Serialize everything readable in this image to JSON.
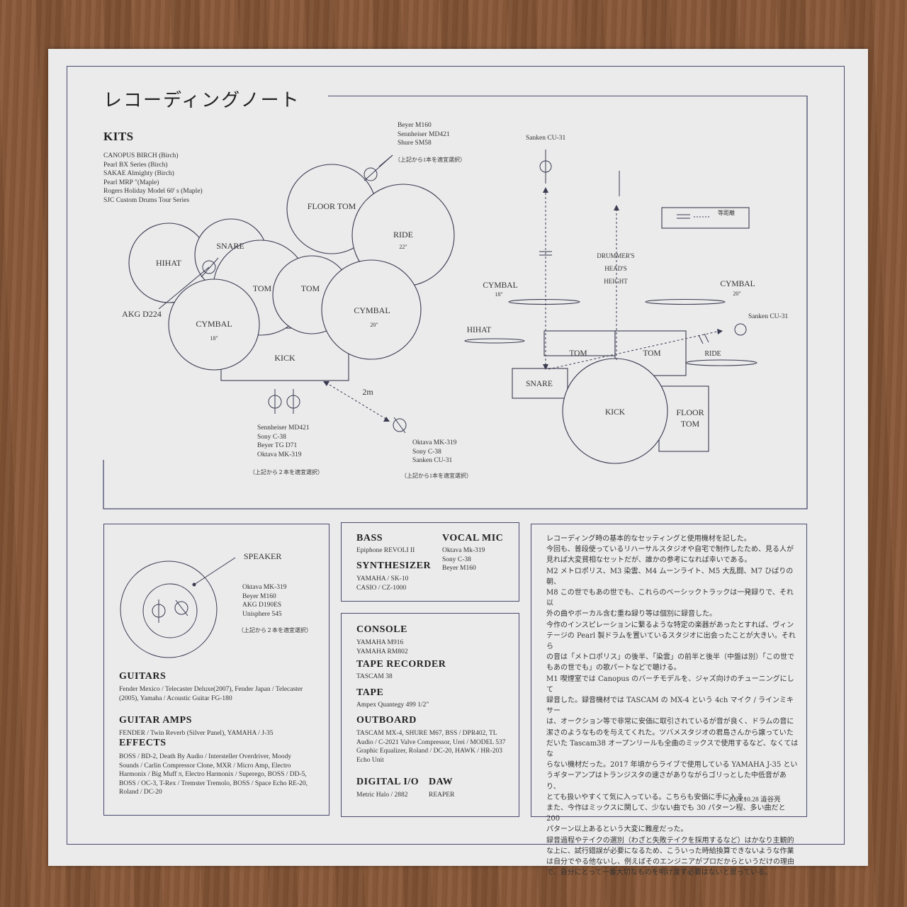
{
  "title": "レコーディングノート",
  "kits": {
    "heading": "KITS",
    "items": [
      "CANOPUS BIRCH (Birch)",
      "Pearl BX Series (Birch)",
      "SAKAE Almighty (Birch)",
      "Pearl MRP \"(Maple)",
      "Rogers Holiday Model 60' s (Maple)",
      "SJC Custom Drums Tour Series"
    ]
  },
  "top_view": {
    "floor_tom": "FLOOR TOM",
    "ride": "RIDE",
    "ride_size": "22\"",
    "hihat": "HIHAT",
    "snare": "SNARE",
    "tom1": "TOM",
    "tom2": "TOM",
    "cymbal_left": "CYMBAL",
    "cymbal_left_size": "18\"",
    "cymbal_right": "CYMBAL",
    "cymbal_right_size": "20\"",
    "kick": "KICK",
    "akg": "AKG D224",
    "distance": "2m",
    "overhead_mics": "Beyer M160\nSennheiser MD421\nShure SM58",
    "overhead_note": "（上記から1本を適宜選択）",
    "kick_mics": "Sennheiser MD421\nSony C-38\nBeyer TG D71\nOktava MK-319",
    "kick_note": "（上記から２本を適宜選択）",
    "room_mics": "Oktava MK-319\nSony C-38\nSanken CU-31",
    "room_note": "（上記から1本を適宜選択）"
  },
  "side_view": {
    "sanken_top": "Sanken CU-31",
    "sanken_right": "Sanken CU-31",
    "legend_text": "等距離",
    "drummer_head": "DRUMMER'S\nHEAD'S\nHEIGHT",
    "cymbal_left": "CYMBAL",
    "cymbal_left_size": "18\"",
    "cymbal_right": "CYMBAL",
    "cymbal_right_size": "20\"",
    "hihat": "HIHAT",
    "tom1": "TOM",
    "tom2": "TOM",
    "ride": "RIDE",
    "snare": "SNARE",
    "kick": "KICK",
    "floor_tom": "FLOOR\nTOM"
  },
  "speaker": {
    "label": "SPEAKER",
    "mics": "Oktava MK-319\nBeyer M160\nAKG D190ES\nUnisphere 545",
    "note": "（上記から２本を適宜選択）"
  },
  "guitars": {
    "heading": "GUITARS",
    "text": "Fender Mexico / Telecaster Deluxe(2007), Fender Japan / Telecaster\n(2005), Yamaha / Acoustic Guitar FG-180"
  },
  "guitar_amps": {
    "heading": "GUITAR AMPS",
    "text": "FENDER / Twin Reverb (Silver Panel), YAMAHA / J-35"
  },
  "effects": {
    "heading": "EFFECTS",
    "text": "BOSS / BD-2, Death By Audio / Intersteller Overdriver, Moody\nSounds / Carlin Compressor Clone, MXR / Micro Amp, Electro\nHarmonix / Big Muff π, Electro Harmonix / Superego, BOSS / DD-5,\nBOSS / OC-3, T-Rex / Tremster Tremolo, BOSS / Space Echo RE-20,\nRoland / DC-20"
  },
  "bass": {
    "heading": "BASS",
    "text": "Epiphone REVOLI II"
  },
  "vocal_mic": {
    "heading": "VOCAL MIC",
    "text": "Oktava Mk-319\nSony C-38\nBeyer M160"
  },
  "synthesizer": {
    "heading": "SYNTHESIZER",
    "text": "YAMAHA / SK-10\nCASIO / CZ-1000"
  },
  "console": {
    "heading": "CONSOLE",
    "text": "YAMAHA M916\nYAMAHA RM802"
  },
  "tape_recorder": {
    "heading": "TAPE RECORDER",
    "text": "TASCAM 38"
  },
  "tape": {
    "heading": "TAPE",
    "text": "Ampex Quantegy 499 1/2\""
  },
  "outboard": {
    "heading": "OUTBOARD",
    "text": "TASCAM MX-4, SHURE M67, BSS / DPR402, TL\nAudio / C-2021 Valve Compressor, Urei / MODEL 537\nGraphic Equalizer, Roland / DC-20, HAWK / HR-203\nEcho Unit"
  },
  "digital_io": {
    "heading": "DIGITAL I/O",
    "text": "Metric Halo / 2882"
  },
  "daw": {
    "heading": "DAW",
    "text": "REAPER"
  },
  "notes": {
    "text": "レコーディング時の基本的なセッティングと使用機材を記した。\n今回も、普段使っているリハーサルスタジオや自宅で制作したため、見る人が\n見れば大変貧相なセットだが、誰かの参考になれば幸いである。\nM2 メトロポリス、M3 染雲、M4 ムーンライト、M5 大乱闘、M7 ひばりの朝、\nM8 この世でもあの世でも、これらのベーシックトラックは一発録りで、それ以\n外の曲やボーカル含む重ね録り等は個別に録音した。\n今作のインスピレーションに繋るような特定の楽器があったとすれば、ヴィン\nテージの Pearl 製ドラムを置いているスタジオに出会ったことが大きい。それら\nの音は「メトロポリス」の後半、「染雲」の前半と後半（中盤は別）「この世で\nもあの世でも」の歌パートなどで聴ける。\nM1 喫煙室では Canopus のバーチモデルを、ジャズ向けのチューニングにして\n録音した。録音機材では TASCAM の MX-4 という 4ch マイク / ラインミキサー\nは、オークション等で非常に安価に取引されているが音が良く、ドラムの音に\n潔さのようなものを与えてくれた。ツバメスタジオの君島さんから譲っていた\nだいた Tascam38 オープンリールも全曲のミックスで使用するなど、なくてはな\nらない機材だった。2017 年頃からライブで使用している YAMAHA J-35 とい\nうギターアンプはトランジスタの速さがありながらゴリっとした中低音があり、\nとても扱いやすくて気に入っている。こちらも安価に手に入る。\nまた、今作はミックスに関して、少ない曲でも 30 パターン程、多い曲だと 200\nパターン以上あるという大変に難産だった。\n録音過程やテイクの選別（わざと失敗テイクを採用するなど）はかなり主観的\nな上に、試行錯誤が必要になるため、こういった時給換算できないような作業\nは自分でやる他ないし、例えばそのエンジニアがプロだからというだけの理由\nで、自分にとって一番大切なものを明け渡す必要はないと思っている。",
    "date_sign": "2024.10.28 澁谷亮"
  }
}
